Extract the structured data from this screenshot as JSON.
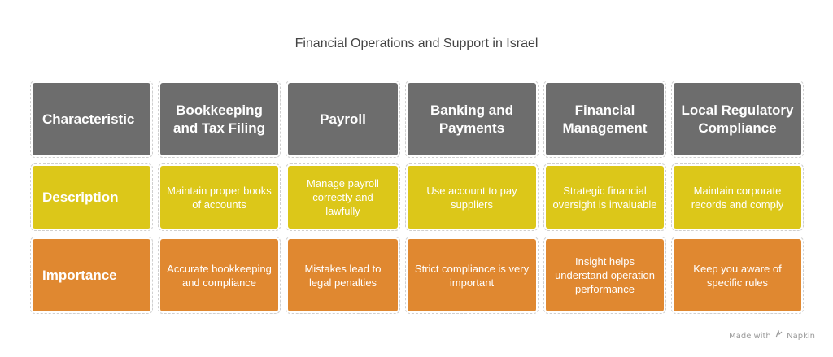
{
  "title": "Financial Operations and Support in Israel",
  "table": {
    "header": [
      "Characteristic",
      "Bookkeeping and Tax Filing",
      "Payroll",
      "Banking and Payments",
      "Financial Management",
      "Local Regulatory Compliance"
    ],
    "description": [
      "Description",
      "Maintain proper books of accounts",
      "Manage payroll correctly and lawfully",
      "Use account to pay suppliers",
      "Strategic financial oversight is invaluable",
      "Maintain corporate records and comply"
    ],
    "importance": [
      "Importance",
      "Accurate bookkeeping and compliance",
      "Mistakes lead to legal penalties",
      "Strict compliance is very important",
      "Insight helps understand operation performance",
      "Keep you aware of specific rules"
    ]
  },
  "colors": {
    "header": "#6d6d6d",
    "description": "#dcc719",
    "importance": "#e08830"
  },
  "watermark": {
    "prefix": "Made with",
    "brand": "Napkin",
    "icon": "napkin-logo-icon"
  }
}
